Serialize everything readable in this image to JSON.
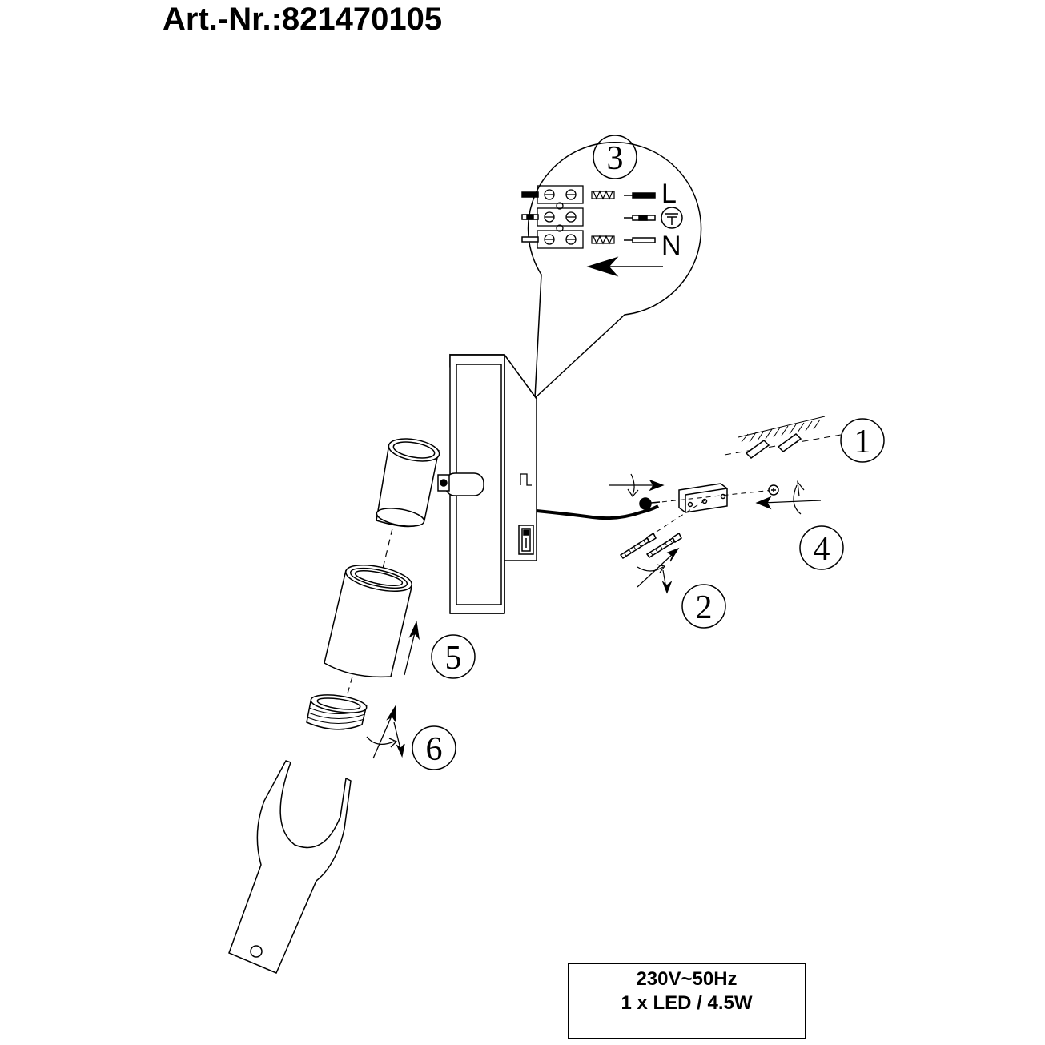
{
  "header": {
    "article_number": "Art.-Nr.:821470105"
  },
  "specs": {
    "voltage": "230V~50Hz",
    "lamp": "1 x LED / 4.5W"
  },
  "callouts": {
    "step1": "1",
    "step2": "2",
    "step3": "3",
    "step4": "4",
    "step5": "5",
    "step6": "6"
  },
  "wiring": {
    "live": "L",
    "neutral": "N",
    "earth_icon": "ground-symbol-icon"
  }
}
